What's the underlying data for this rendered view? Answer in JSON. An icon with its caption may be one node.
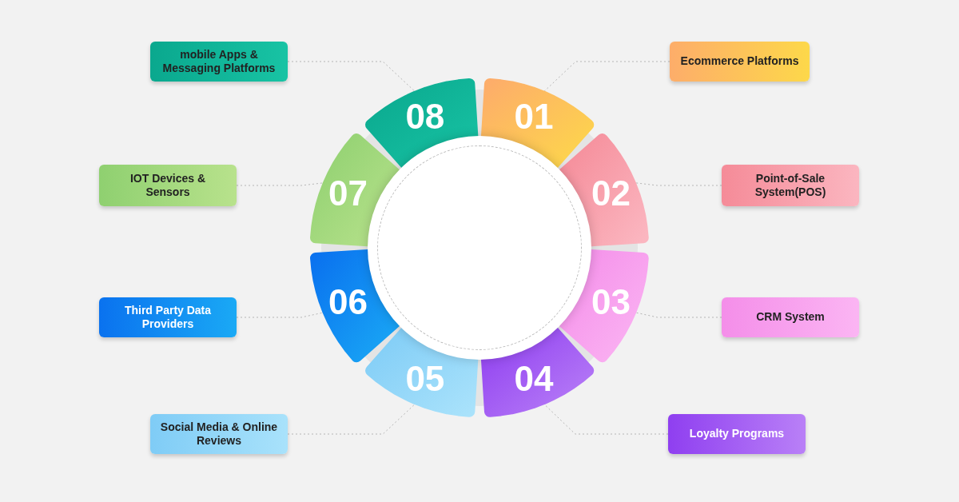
{
  "diagram": {
    "nodes": [
      {
        "text": [],
        "shape": "circle"
      },
      {
        "text": [
          "01"
        ]
      },
      {
        "text": [
          "02"
        ]
      },
      {
        "text": [
          "03"
        ]
      },
      {
        "text": [
          "04"
        ]
      },
      {
        "text": [
          "05"
        ]
      },
      {
        "text": [
          "06"
        ]
      },
      {
        "text": [
          "07"
        ]
      },
      {
        "text": [
          "08"
        ]
      },
      {
        "text": [
          "Ecommerce Platforms"
        ]
      },
      {
        "text": [
          "Point-of-Sale System(POS)"
        ]
      },
      {
        "text": [
          "CRM System"
        ]
      },
      {
        "text": [
          "Loyalty Programs"
        ]
      },
      {
        "text": [
          "Social Media & Online Reviews"
        ]
      },
      {
        "text": [
          "Third Party Data Providers"
        ]
      },
      {
        "text": [
          "IOT Devices & Sensors"
        ]
      },
      {
        "text": [
          "mobile Apps & Messaging Platforms"
        ]
      }
    ],
    "edges": [
      {
        "from": 9,
        "to": 1,
        "arrow": "none",
        "style": "dashed"
      },
      {
        "from": 10,
        "to": 2,
        "arrow": "none",
        "style": "dashed"
      },
      {
        "from": 11,
        "to": 3,
        "arrow": "none",
        "style": "dashed"
      },
      {
        "from": 12,
        "to": 4,
        "arrow": "none",
        "style": "dashed"
      },
      {
        "from": 13,
        "to": 5,
        "arrow": "none",
        "style": "dashed"
      },
      {
        "from": 14,
        "to": 6,
        "arrow": "none",
        "style": "dashed"
      },
      {
        "from": 15,
        "to": 7,
        "arrow": "none",
        "style": "dashed"
      },
      {
        "from": 16,
        "to": 8,
        "arrow": "none",
        "style": "dashed"
      }
    ]
  }
}
